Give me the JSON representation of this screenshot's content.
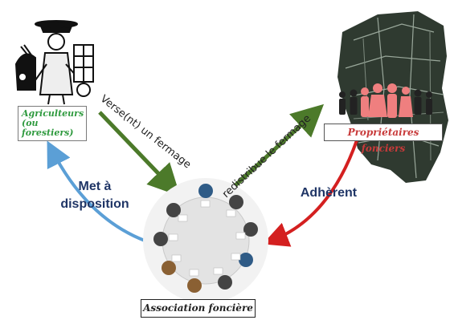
{
  "nodes": {
    "farmers": {
      "label": "Agriculteurs (ou forestiers)",
      "color": "#2f9a3f"
    },
    "owners": {
      "label": "Propriétaires fonciers",
      "color": "#c83a3a"
    },
    "association": {
      "label": "Association foncière",
      "color": "#222222"
    }
  },
  "flows": {
    "farmers_to_association": {
      "label": "Verse(nt) un fermage",
      "color": "#4c7a2a"
    },
    "association_to_owners": {
      "label": "redistribue le fermage",
      "color": "#4c7a2a"
    },
    "owners_to_association": {
      "label": "Adhèrent",
      "color": "#d42020"
    },
    "association_to_farmers": {
      "label": "Met à disposition",
      "color": "#5b9fd6"
    }
  },
  "icons": {
    "farmer_illustration": "farmer-sketch-icon",
    "map_illustration": "parcel-map-icon",
    "people_group": "people-group-icon",
    "meeting_table": "meeting-table-icon"
  }
}
